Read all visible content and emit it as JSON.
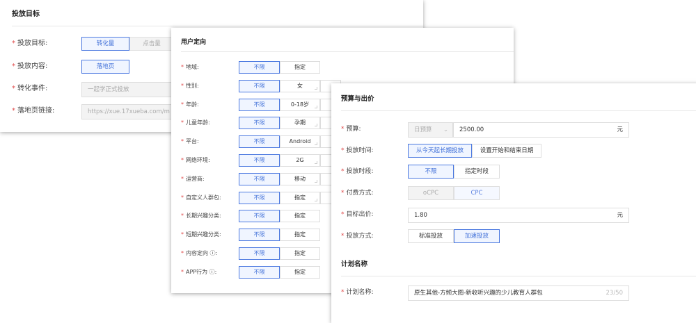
{
  "goal_panel": {
    "title": "投放目标",
    "rows": [
      {
        "label": "投放目标:",
        "options": [
          "转化量",
          "点击量"
        ]
      },
      {
        "label": "投放内容:",
        "options": [
          "落地页"
        ]
      },
      {
        "label": "转化事件:",
        "value": "一起学正式投放"
      },
      {
        "label": "落地页链接:",
        "value": "https://xue.17xueba.com/m"
      }
    ]
  },
  "targeting_panel": {
    "title": "用户定向",
    "rows": [
      {
        "label": "地域:",
        "options": [
          "不限",
          "指定"
        ]
      },
      {
        "label": "性别:",
        "options": [
          "不限",
          "女"
        ]
      },
      {
        "label": "年龄:",
        "options": [
          "不限",
          "0-18岁"
        ]
      },
      {
        "label": "儿童年龄:",
        "options": [
          "不限",
          "孕期"
        ]
      },
      {
        "label": "平台:",
        "options": [
          "不限",
          "Android"
        ]
      },
      {
        "label": "网络环境:",
        "options": [
          "不限",
          "2G"
        ]
      },
      {
        "label": "运营商:",
        "options": [
          "不限",
          "移动"
        ]
      },
      {
        "label": "自定义人群包:",
        "options": [
          "不限",
          "指定"
        ]
      },
      {
        "label": "长期兴趣分类:",
        "options": [
          "不限",
          "指定"
        ]
      },
      {
        "label": "短期兴趣分类:",
        "options": [
          "不限",
          "指定"
        ]
      },
      {
        "label": "内容定向 ⓘ:",
        "options": [
          "不限",
          "指定"
        ]
      },
      {
        "label": "APP行为 ⓘ:",
        "options": [
          "不限",
          "指定"
        ]
      }
    ]
  },
  "budget_panel": {
    "title": "预算与出价",
    "budget": {
      "label": "预算:",
      "type": "日预算",
      "value": "2500.00",
      "unit": "元"
    },
    "time": {
      "label": "投放时间:",
      "options": [
        "从今天起长期投放",
        "设置开始和结束日期"
      ]
    },
    "period": {
      "label": "投放时段:",
      "options": [
        "不限",
        "指定时段"
      ]
    },
    "pay": {
      "label": "付费方式:",
      "options": [
        "oCPC",
        "CPC"
      ]
    },
    "bid": {
      "label": "目标出价:",
      "value": "1.80",
      "unit": "元"
    },
    "mode": {
      "label": "投放方式:",
      "options": [
        "标准投放",
        "加速投放"
      ]
    },
    "plan_title": "计划名称",
    "plan": {
      "label": "计划名称:",
      "value": "原生其他-方频大图-新收听兴趣的少儿教育人群包",
      "count": "23/50"
    }
  },
  "colors": {
    "accent": "#4a78e0",
    "required": "#e04a4a"
  }
}
